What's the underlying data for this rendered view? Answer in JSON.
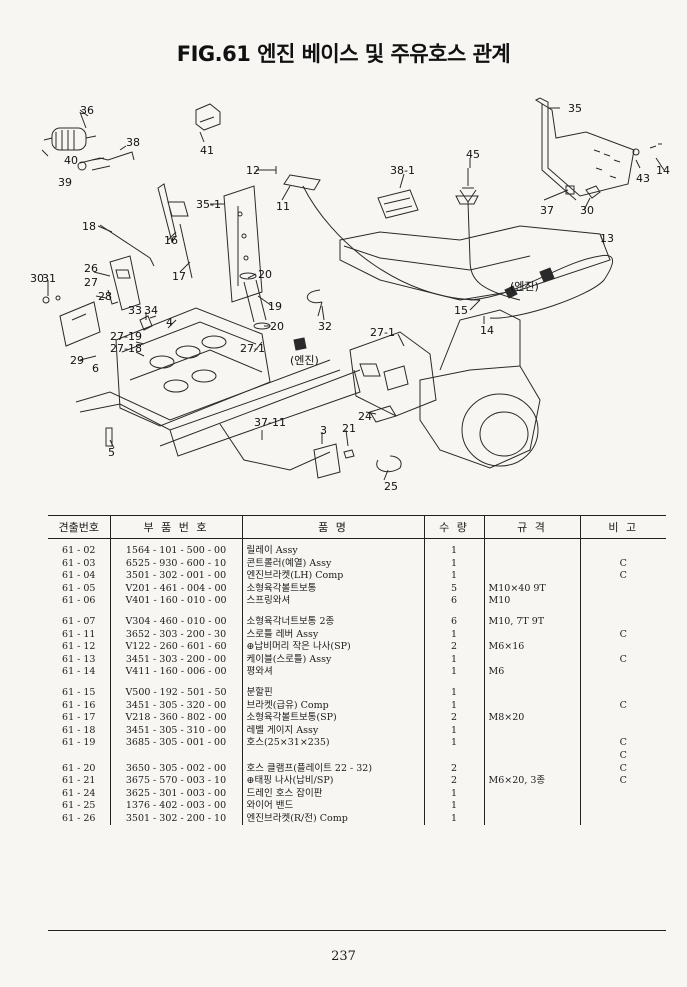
{
  "title": "FIG.61 엔진 베이스 및 주유호스 관계",
  "diagram": {
    "callouts": [
      "36",
      "38",
      "40",
      "39",
      "41",
      "12",
      "38-1",
      "45",
      "35",
      "43",
      "14",
      "11",
      "35-1",
      "18",
      "16",
      "17",
      "20",
      "37",
      "30",
      "13",
      "30",
      "31",
      "26",
      "27",
      "28",
      "33",
      "34",
      "4",
      "19",
      "20",
      "32",
      "15",
      "14",
      "27-19",
      "27-18",
      "29",
      "6",
      "27-1",
      "27-1",
      "24",
      "5",
      "37-11",
      "3",
      "21",
      "25"
    ],
    "engine_label": "(엔진)",
    "engine_label_2": "(엔진)"
  },
  "table": {
    "headers": [
      "견출번호",
      "부 품 번 호",
      "품  명",
      "수 량",
      "규  격",
      "비 고"
    ],
    "rows": [
      {
        "fig": "61 - 02",
        "part": "1564 - 101 - 500 - 00",
        "name": "릴레이 Assy",
        "qty": "1",
        "spec": "",
        "note": ""
      },
      {
        "fig": "61 - 03",
        "part": "6525 - 930 - 600 - 10",
        "name": "콘트롤러(예열) Assy",
        "qty": "1",
        "spec": "",
        "note": "C"
      },
      {
        "fig": "61 - 04",
        "part": "3501 - 302 - 001 - 00",
        "name": "엔진브라켓(LH) Comp",
        "qty": "1",
        "spec": "",
        "note": "C"
      },
      {
        "fig": "61 - 05",
        "part": "V201 - 461 - 004 - 00",
        "name": "소형육각볼트보통",
        "qty": "5",
        "spec": "M10×40 9T",
        "note": ""
      },
      {
        "fig": "61 - 06",
        "part": "V401 - 160 - 010 - 00",
        "name": "스프링와셔",
        "qty": "6",
        "spec": "M10",
        "note": ""
      },
      {
        "spacer": true
      },
      {
        "fig": "61 - 07",
        "part": "V304 - 460 - 010 - 00",
        "name": "소형육각너트보통 2종",
        "qty": "6",
        "spec": "M10, 7T 9T",
        "note": ""
      },
      {
        "fig": "61 - 11",
        "part": "3652 - 303 - 200 - 30",
        "name": "스로틀 레버 Assy",
        "qty": "1",
        "spec": "",
        "note": "C"
      },
      {
        "fig": "61 - 12",
        "part": "V122 - 260 - 601 - 60",
        "name": "⊕납비머리 작은 나사(SP)",
        "qty": "2",
        "spec": "M6×16",
        "note": ""
      },
      {
        "fig": "61 - 13",
        "part": "3451 - 303 - 200 - 00",
        "name": "케이블(스로틀) Assy",
        "qty": "1",
        "spec": "",
        "note": "C"
      },
      {
        "fig": "61 - 14",
        "part": "V411 - 160 - 006 - 00",
        "name": "평와셔",
        "qty": "1",
        "spec": "M6",
        "note": ""
      },
      {
        "spacer": true
      },
      {
        "fig": "61 - 15",
        "part": "V500 - 192 - 501 - 50",
        "name": "분할핀",
        "qty": "1",
        "spec": "",
        "note": ""
      },
      {
        "fig": "61 - 16",
        "part": "3451 - 305 - 320 - 00",
        "name": "브라켓(급유) Comp",
        "qty": "1",
        "spec": "",
        "note": "C"
      },
      {
        "fig": "61 - 17",
        "part": "V218 - 360 - 802 - 00",
        "name": "소형육각볼트보통(SP)",
        "qty": "2",
        "spec": "M8×20",
        "note": ""
      },
      {
        "fig": "61 - 18",
        "part": "3451 - 305 - 310 - 00",
        "name": "레벨 게이지 Assy",
        "qty": "1",
        "spec": "",
        "note": ""
      },
      {
        "fig": "61 - 19",
        "part": "3685 - 305 - 001 - 00",
        "name": "호스(25×31×235)",
        "qty": "1",
        "spec": "",
        "note": "C"
      },
      {
        "fig": "",
        "part": "",
        "name": "",
        "qty": "",
        "spec": "",
        "note": "C"
      },
      {
        "fig": "61 - 20",
        "part": "3650 - 305 - 002 - 00",
        "name": "호스 클램프(플레이트 22 - 32)",
        "qty": "2",
        "spec": "",
        "note": "C"
      },
      {
        "fig": "61 - 21",
        "part": "3675 - 570 - 003 - 10",
        "name": "⊕태핑 나사(납비/SP)",
        "qty": "2",
        "spec": "M6×20, 3종",
        "note": "C"
      },
      {
        "fig": "61 - 24",
        "part": "3625 - 301 - 003 - 00",
        "name": "드레인 호스 잡이판",
        "qty": "1",
        "spec": "",
        "note": ""
      },
      {
        "fig": "61 - 25",
        "part": "1376 - 402 - 003 - 00",
        "name": "와이어 밴드",
        "qty": "1",
        "spec": "",
        "note": ""
      },
      {
        "fig": "61 - 26",
        "part": "3501 - 302 - 200 - 10",
        "name": "엔진브라켓(R/전) Comp",
        "qty": "1",
        "spec": "",
        "note": ""
      }
    ]
  },
  "page_number": "237"
}
